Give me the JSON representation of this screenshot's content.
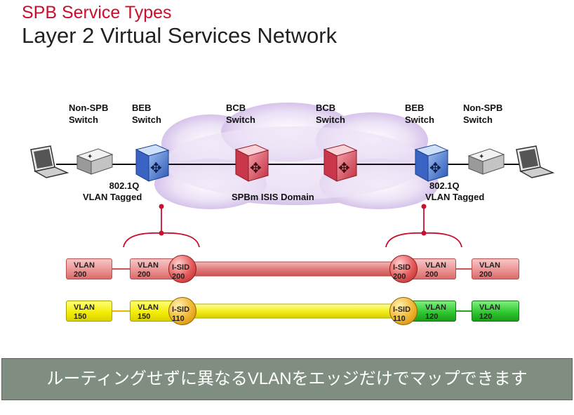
{
  "header": {
    "subtitle": "SPB Service Types",
    "title": "Layer 2 Virtual Services Network"
  },
  "nodes": [
    {
      "role": "non-spb-switch-left",
      "line1": "Non-SPB",
      "line2": "Switch"
    },
    {
      "role": "beb-left",
      "line1": "BEB",
      "line2": "Switch"
    },
    {
      "role": "bcb-1",
      "line1": "BCB",
      "line2": "Switch"
    },
    {
      "role": "bcb-2",
      "line1": "BCB",
      "line2": "Switch"
    },
    {
      "role": "beb-right",
      "line1": "BEB",
      "line2": "Switch"
    },
    {
      "role": "non-spb-switch-right",
      "line1": "Non-SPB",
      "line2": "Switch"
    }
  ],
  "links": {
    "left": {
      "line1": "802.1Q",
      "line2": "VLAN Tagged"
    },
    "right": {
      "line1": "802.1Q",
      "line2": "VLAN Tagged"
    }
  },
  "domain_label": "SPBm ISIS Domain",
  "services": [
    {
      "color": "red",
      "left_edge": {
        "label": "VLAN",
        "value": "200"
      },
      "left_beb": {
        "label": "VLAN",
        "value": "200"
      },
      "isid_left": {
        "label": "I-SID",
        "value": "200"
      },
      "isid_right": {
        "label": "I-SID",
        "value": "200"
      },
      "right_beb": {
        "label": "VLAN",
        "value": "200"
      },
      "right_edge": {
        "label": "VLAN",
        "value": "200"
      }
    },
    {
      "color": "yellow-green",
      "left_edge": {
        "label": "VLAN",
        "value": "150"
      },
      "left_beb": {
        "label": "VLAN",
        "value": "150"
      },
      "isid_left": {
        "label": "I-SID",
        "value": "110"
      },
      "isid_right": {
        "label": "I-SID",
        "value": "110"
      },
      "right_beb": {
        "label": "VLAN",
        "value": "120"
      },
      "right_edge": {
        "label": "VLAN",
        "value": "120"
      }
    }
  ],
  "banner": "ルーティングせずに異なるVLANをエッジだけでマップできます",
  "colors": {
    "accent_red": "#c8102e",
    "banner_bg": "#7f8e80",
    "cloud": "#d9c6ec"
  }
}
